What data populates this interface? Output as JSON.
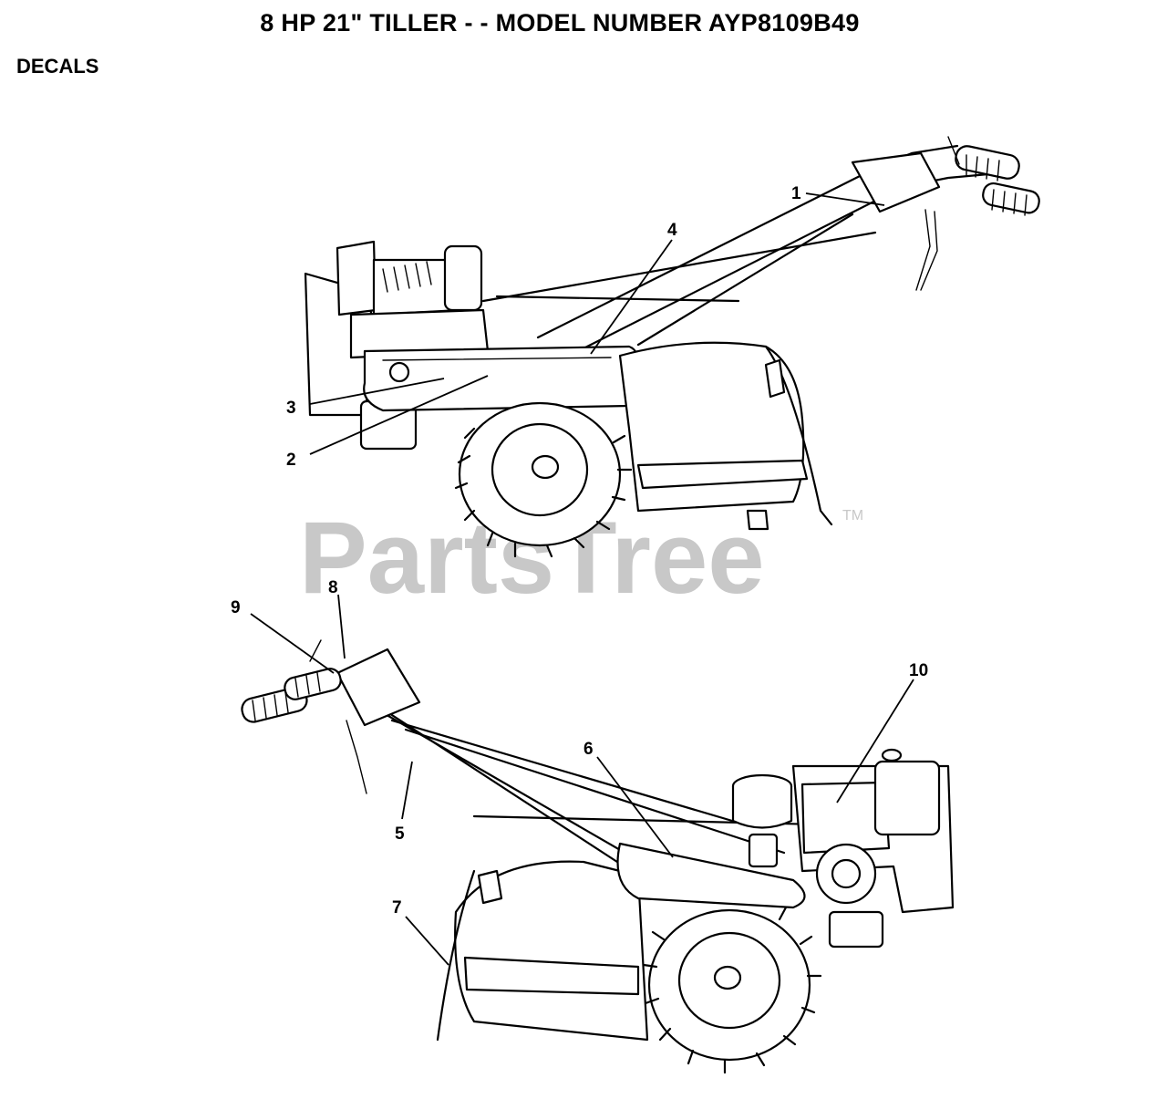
{
  "title": "8 HP 21\" TILLER - - MODEL NUMBER AYP8109B49",
  "section": "DECALS",
  "watermark": {
    "text": "PartsTree",
    "mark": "TM"
  },
  "callouts": [
    "1",
    "2",
    "3",
    "4",
    "5",
    "6",
    "7",
    "8",
    "9",
    "10"
  ]
}
